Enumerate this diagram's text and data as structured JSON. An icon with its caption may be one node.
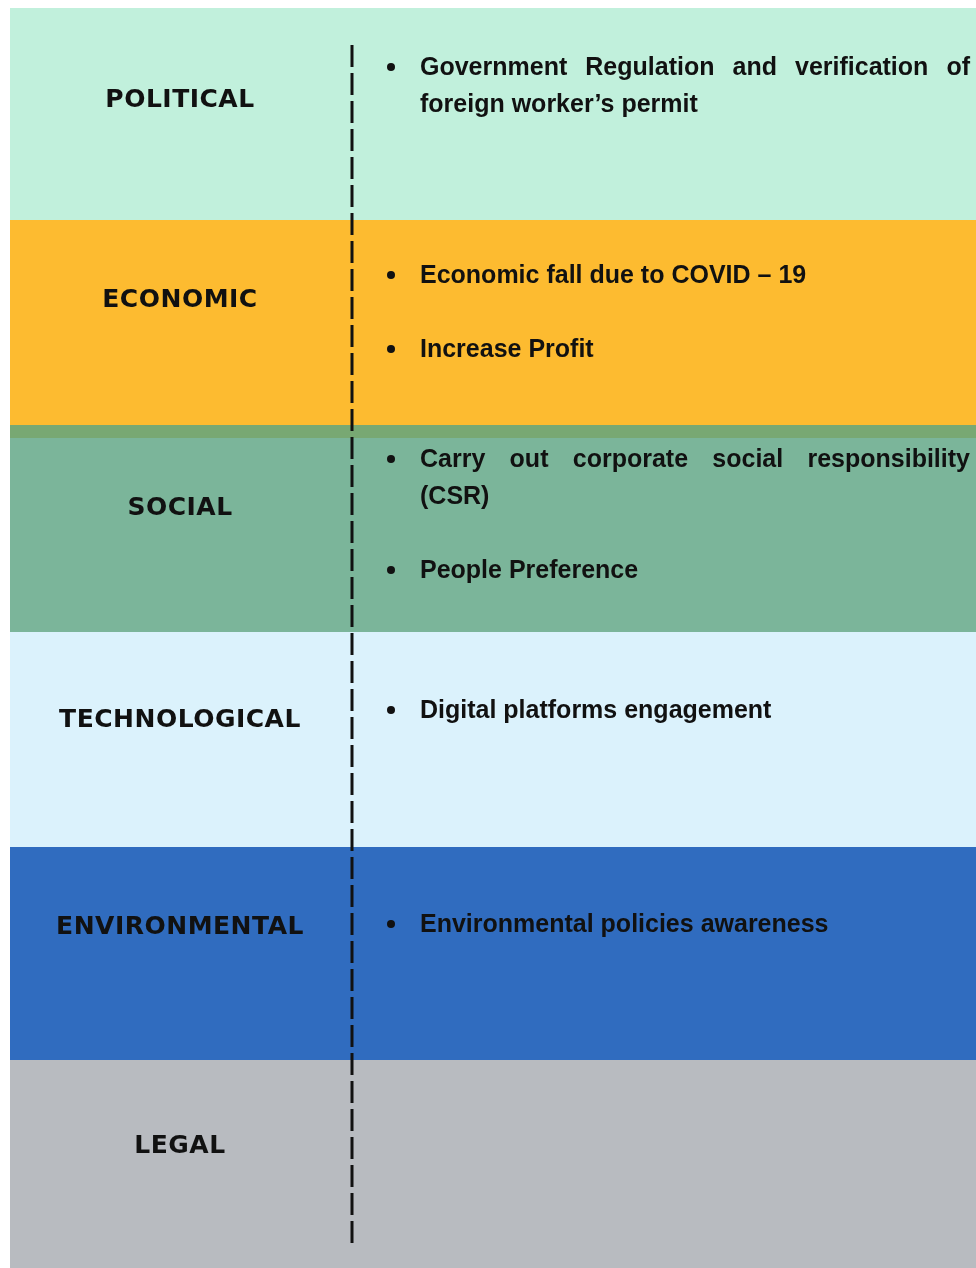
{
  "diagram": {
    "nodes": [
      {
        "text": [
          "POLITICAL",
          "Government Regulation and verification of foreign worker’s permit"
        ]
      },
      {
        "text": [
          "ECONOMIC",
          "Economic fall due to COVID – 19",
          "Increase Profit"
        ]
      },
      {
        "text": [
          "SOCIAL",
          "Carry out corporate social responsibility (CSR)",
          "People Preference"
        ]
      },
      {
        "text": [
          "TECHNOLOGICAL",
          "Digital platforms engagement"
        ]
      },
      {
        "text": [
          "ENVIRONMENTAL",
          "Environmental policies awareness"
        ]
      },
      {
        "text": [
          "LEGAL"
        ]
      }
    ]
  }
}
